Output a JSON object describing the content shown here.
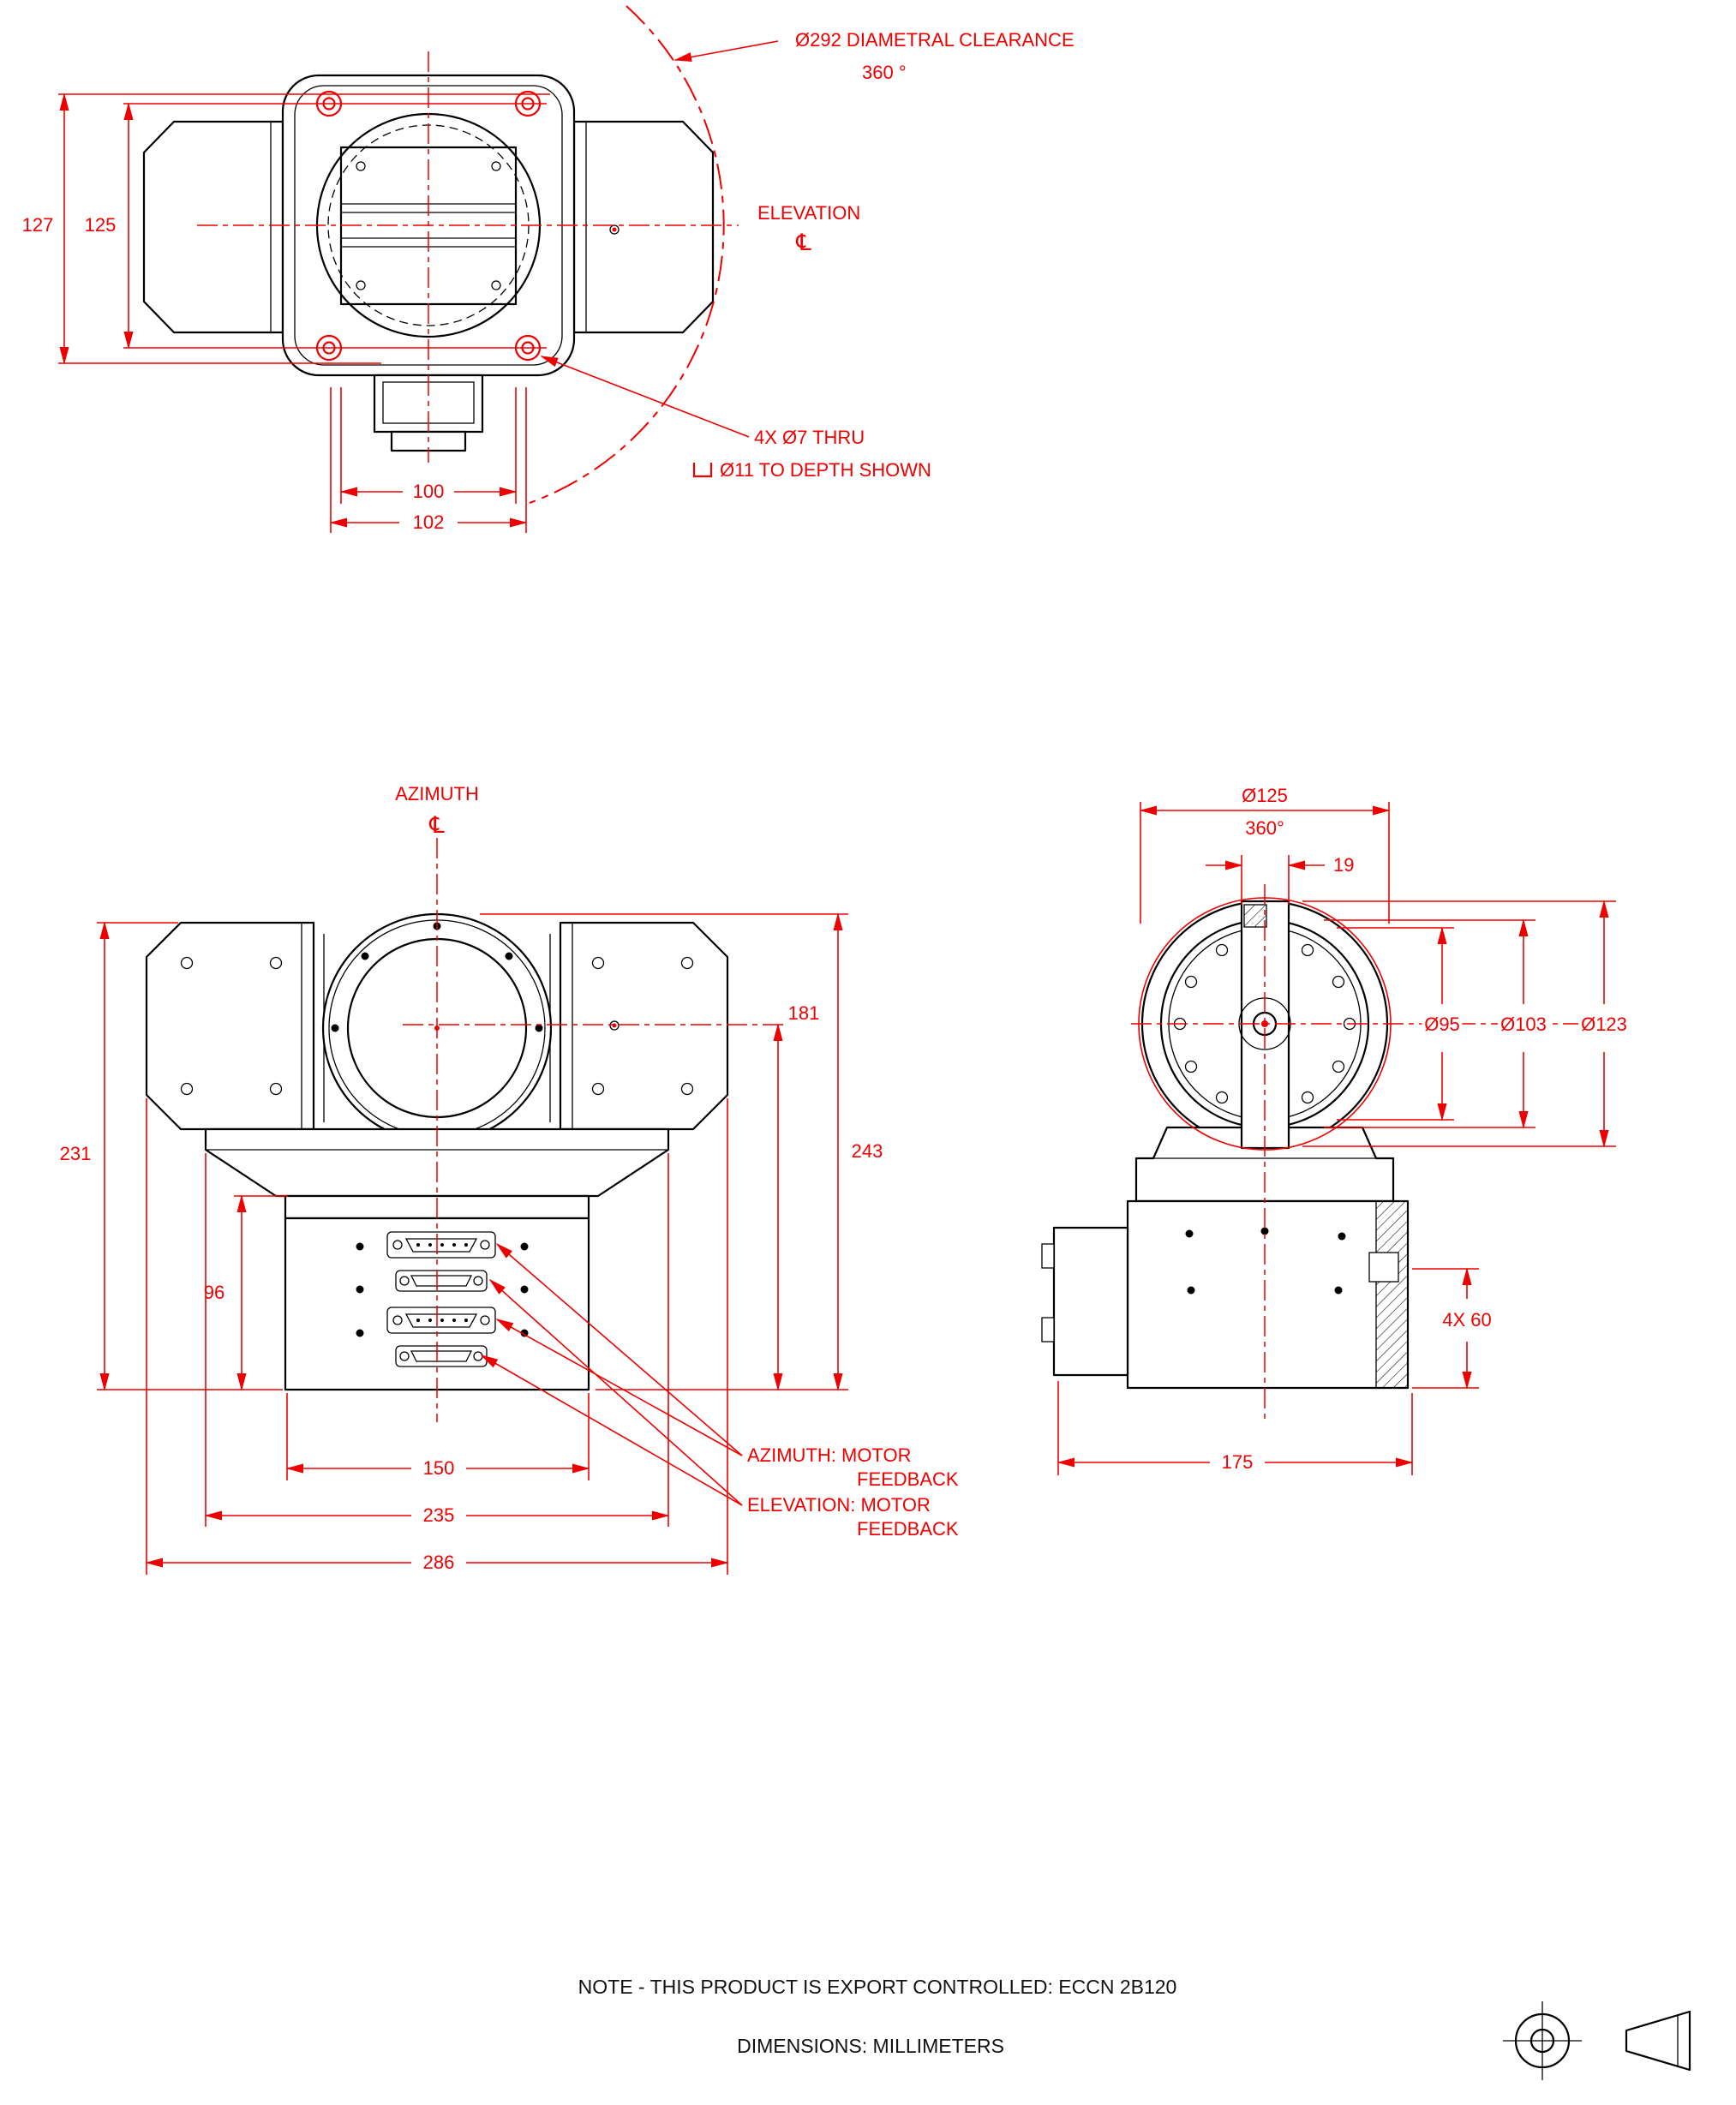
{
  "sheet": {
    "background": "#ffffff",
    "notes": {
      "export_note": "NOTE - THIS PRODUCT IS EXPORT CONTROLLED: ECCN 2B120",
      "units_note": "DIMENSIONS:  MILLIMETERS"
    }
  },
  "colors": {
    "dimension_red": "#ee0000",
    "drawing_black": "#000000"
  },
  "top_view": {
    "clearance_label": "Ø292 DIAMETRAL CLEARANCE",
    "clearance_angle": "360 °",
    "elevation_label": "ELEVATION",
    "centerline_symbol": "℄",
    "holes_note_line1": "4X  Ø7 THRU",
    "holes_note_line2": "Ø11 TO DEPTH SHOWN",
    "dim_127": "127",
    "dim_125": "125",
    "dim_100": "100",
    "dim_102": "102"
  },
  "front_view": {
    "azimuth_label": "AZIMUTH",
    "centerline_symbol": "℄",
    "dim_231": "231",
    "dim_96": "96",
    "dim_243": "243",
    "dim_181": "181",
    "dim_150": "150",
    "dim_235": "235",
    "dim_286": "286",
    "azimuth_feedback_line1": "AZIMUTH: MOTOR",
    "azimuth_feedback_line2": "FEEDBACK",
    "elevation_feedback_line1": "ELEVATION: MOTOR",
    "elevation_feedback_line2": "FEEDBACK"
  },
  "side_view": {
    "dim_d125": "Ø125",
    "dim_360": "360°",
    "dim_19": "19",
    "dim_d95": "Ø95",
    "dim_d103": "Ø103",
    "dim_d123": "Ø123",
    "dim_4x60": "4X 60",
    "dim_175": "175"
  }
}
